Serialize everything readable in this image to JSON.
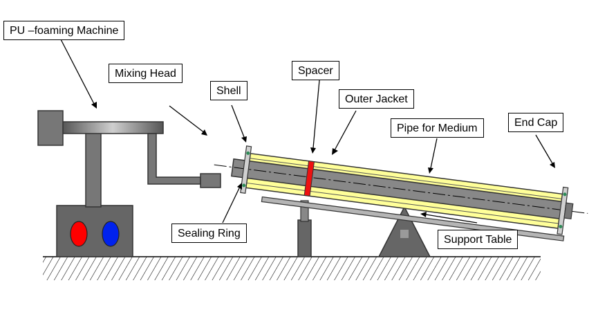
{
  "labels": {
    "pu_machine": "PU –foaming Machine",
    "mixing_head": "Mixing Head",
    "shell": "Shell",
    "spacer": "Spacer",
    "outer_jacket": "Outer Jacket",
    "pipe_for_medium": "Pipe for Medium",
    "end_cap": "End Cap",
    "sealing_ring": "Sealing Ring",
    "support_table": "Support Table"
  },
  "colors": {
    "machine_gray": "#666666",
    "jacket_yellow": "#ffff99",
    "medium_pipe_gray": "#888888",
    "spacer_red": "#ee1111",
    "component_a_red": "#ff0000",
    "component_b_blue": "#0022ee",
    "end_cap_bolt_green": "#2e8b57"
  }
}
